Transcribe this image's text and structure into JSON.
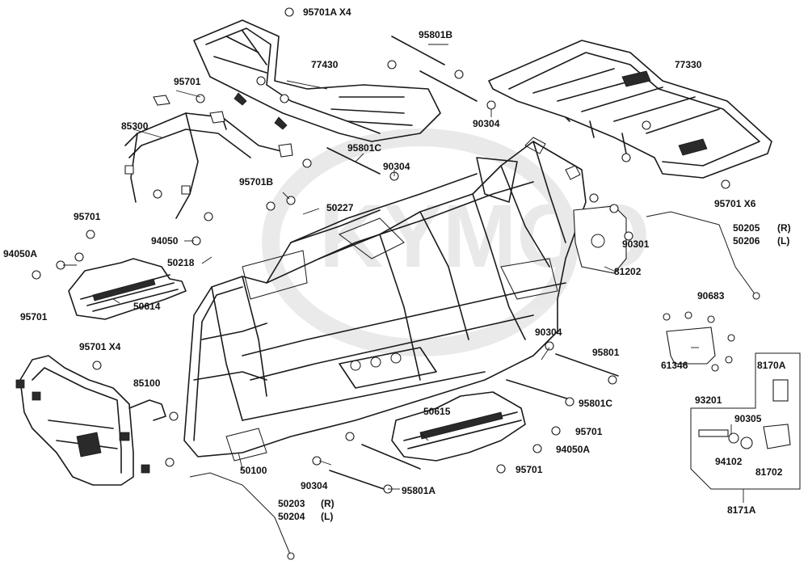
{
  "labels": {
    "p95701A_x4": "95701A  X4",
    "p77430": "77430",
    "p95801B": "95801B",
    "p77330": "77330",
    "p95701_a": "95701",
    "p85300": "85300",
    "p90304_a": "90304",
    "p95801C_a": "95801C",
    "p90304_b": "90304",
    "p95701B": "95701B",
    "p50227": "50227",
    "p95701_x6": "95701  X6",
    "p95701_b": "95701",
    "p94050": "94050",
    "p50205": "50205",
    "p50205_side": "(R)",
    "p50206": "50206",
    "p50206_side": "(L)",
    "p90301": "90301",
    "p94050A_a": "94050A",
    "p50218": "50218",
    "p81202": "81202",
    "p95701_c": "95701",
    "p50614": "50614",
    "p90683": "90683",
    "p95701_x4": "95701  X4",
    "p90304_c": "90304",
    "p95801": "95801",
    "p61346": "61346",
    "p8170A": "8170A",
    "p85100": "85100",
    "p95801C_b": "95801C",
    "p93201": "93201",
    "p50615": "50615",
    "p90305": "90305",
    "p95701_d": "95701",
    "p94050A_b": "94050A",
    "p94102": "94102",
    "p50100": "50100",
    "p90304_d": "90304",
    "p95701_e": "95701",
    "p81702": "81702",
    "p95801A": "95801A",
    "p50203": "50203",
    "p50203_side": "(R)",
    "p50204": "50204",
    "p50204_side": "(L)",
    "p8171A": "8171A"
  },
  "colors": {
    "ink": "#1a1a1a",
    "background": "#ffffff"
  },
  "icons": [
    "bolt-icon",
    "washer-icon",
    "nut-icon",
    "cable-icon"
  ]
}
